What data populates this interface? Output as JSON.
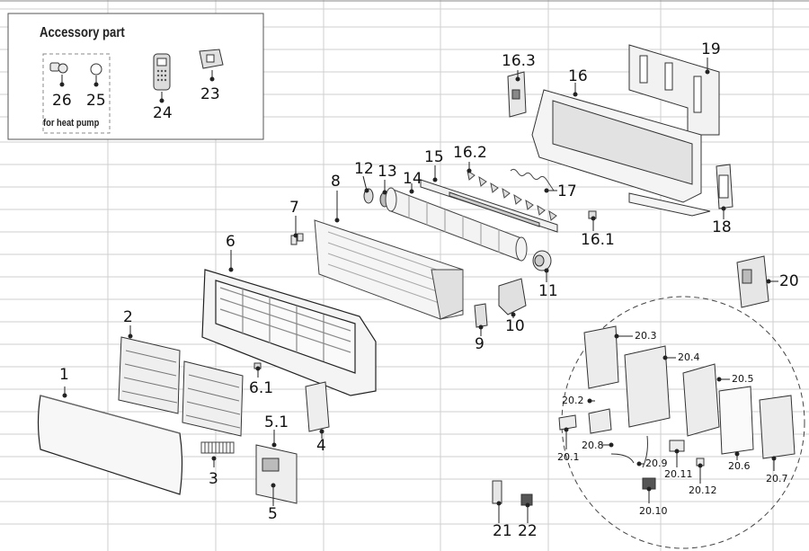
{
  "accessory": {
    "title": "Accessory part",
    "heat_pump_note": "for heat pump"
  },
  "parts": {
    "p1": "1",
    "p2": "2",
    "p3": "3",
    "p4": "4",
    "p5": "5",
    "p5_1": "5.1",
    "p6": "6",
    "p6_1": "6.1",
    "p7": "7",
    "p8": "8",
    "p9": "9",
    "p10": "10",
    "p11": "11",
    "p12": "12",
    "p13": "13",
    "p14": "14",
    "p15": "15",
    "p16": "16",
    "p16_1": "16.1",
    "p16_2": "16.2",
    "p16_3": "16.3",
    "p17": "17",
    "p18": "18",
    "p19": "19",
    "p20": "20",
    "p20_1": "20.1",
    "p20_2": "20.2",
    "p20_3": "20.3",
    "p20_4": "20.4",
    "p20_5": "20.5",
    "p20_6": "20.6",
    "p20_7": "20.7",
    "p20_8": "20.8",
    "p20_9": "20.9",
    "p20_10": "20.10",
    "p20_11": "20.11",
    "p20_12": "20.12",
    "p21": "21",
    "p22": "22",
    "p23": "23",
    "p24": "24",
    "p25": "25",
    "p26": "26"
  }
}
